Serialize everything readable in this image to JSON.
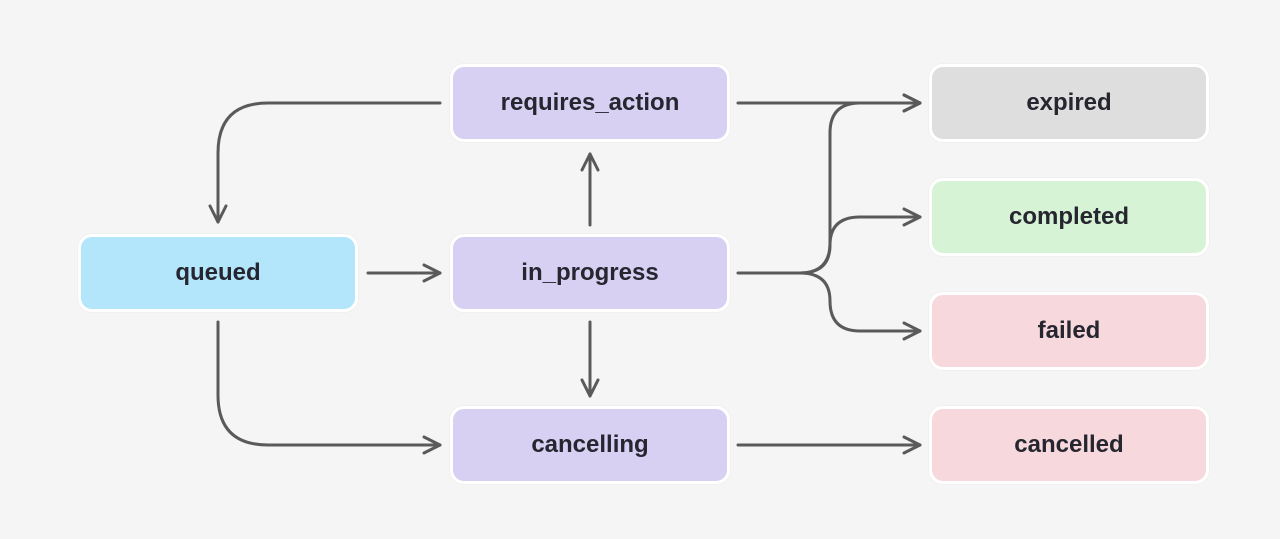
{
  "colors": {
    "background": "#f5f5f5",
    "edge": "#5a5a5a",
    "queued": "#b3e5fb",
    "processing": "#d7d0f2",
    "expired": "#dedede",
    "completed": "#d6f3d6",
    "error": "#f7d9dd"
  },
  "nodes": {
    "queued": "queued",
    "in_progress": "in_progress",
    "requires_action": "requires_action",
    "cancelling": "cancelling",
    "expired": "expired",
    "completed": "completed",
    "failed": "failed",
    "cancelled": "cancelled"
  }
}
